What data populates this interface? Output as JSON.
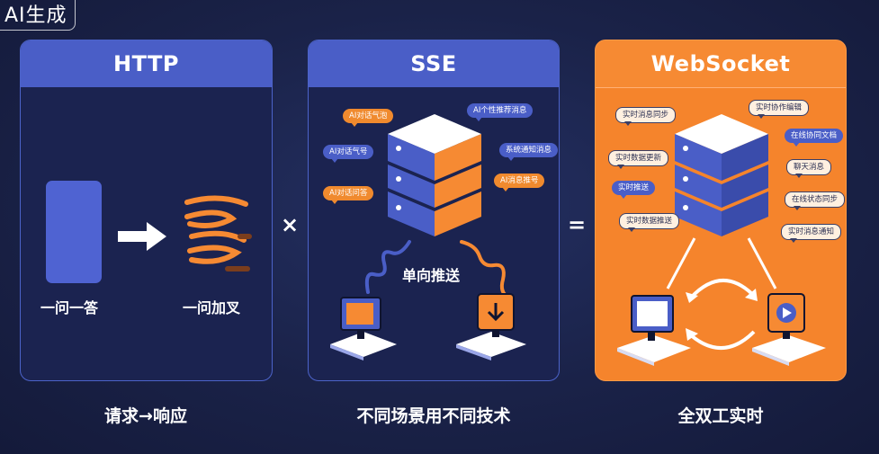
{
  "badge": "AI生成",
  "colors": {
    "accent_blue": "#4a5ec7",
    "accent_orange": "#f5842c",
    "background": "#1a2248"
  },
  "panels": [
    {
      "title": "HTTP",
      "left_label": "一问一答",
      "right_label": "一问加叉",
      "caption": "请求→响应"
    },
    {
      "title": "SSE",
      "center_label": "单向推送",
      "caption": "不同场景用不同技术",
      "bubbles": [
        "AI对话气泡",
        "AI对话气号",
        "AI对话问答",
        "AI个性推荐消息",
        "系统通知消息",
        "AI消息推号"
      ]
    },
    {
      "title": "WebSocket",
      "caption": "全双工实时",
      "bubbles": [
        "实时消息同步",
        "实时协作编辑",
        "在线协同文档",
        "实时数据更新",
        "聊天消息",
        "实时推送",
        "在线状态同步",
        "实时数据推送",
        "实时消息通知"
      ]
    }
  ],
  "operators": {
    "times": "×",
    "equals": "="
  },
  "icons": [
    "server-stack-icon",
    "monitor-icon",
    "arrow-right-icon",
    "wave-lines-icon",
    "cycle-arrows-icon"
  ]
}
